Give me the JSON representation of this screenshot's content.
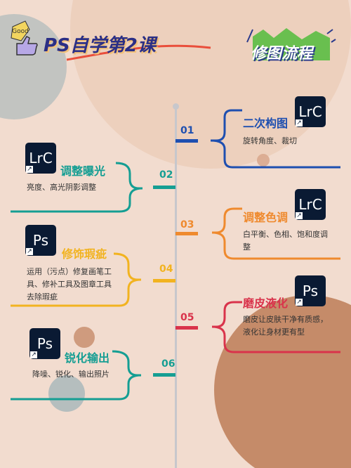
{
  "header": {
    "title": "PS自学第2课",
    "badge": "修图流程",
    "sticker": "Good"
  },
  "colors": {
    "blue": "#1e4fb0",
    "teal": "#159e93",
    "orange": "#ef8a2e",
    "yellow": "#f2b320",
    "red": "#d9334b",
    "navy": "#0a1a33"
  },
  "steps": [
    {
      "num": "01",
      "title": "二次构图",
      "desc": "旋转角度、裁切",
      "app": "LrC",
      "icon": "lightroom-classic-icon"
    },
    {
      "num": "02",
      "title": "调整曝光",
      "desc": "亮度、高光阴影调整",
      "app": "LrC",
      "icon": "lightroom-classic-icon"
    },
    {
      "num": "03",
      "title": "调整色调",
      "desc": "白平衡、色相、饱和度调整",
      "app": "LrC",
      "icon": "lightroom-classic-icon"
    },
    {
      "num": "04",
      "title": "修饰瑕疵",
      "desc": "运用（污点）修复画笔工具、修补工具及图章工具去除瑕疵",
      "app": "Ps",
      "icon": "photoshop-icon"
    },
    {
      "num": "05",
      "title": "磨皮液化",
      "desc": "磨皮让皮肤干净有质感，液化让身材更有型",
      "app": "Ps",
      "icon": "photoshop-icon"
    },
    {
      "num": "06",
      "title": "锐化输出",
      "desc": "降噪、锐化、输出照片",
      "app": "Ps",
      "icon": "photoshop-icon"
    }
  ]
}
